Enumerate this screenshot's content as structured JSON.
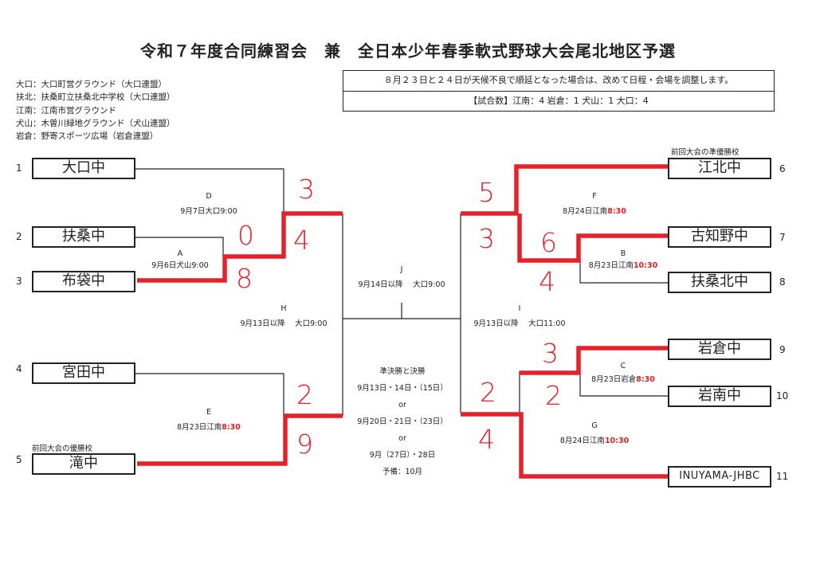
{
  "title": "令和７年度合同練習会　兼　全日本少年春季軟式野球大会尾北地区予選",
  "venues": [
    "大口：大口町営グラウンド（大口連盟）",
    "扶北：扶桑町立扶桑北中学校（大口連盟）",
    "江南：江南市営グラウンド",
    "犬山：木曽川緑地グラウンド（犬山連盟）",
    "岩倉：野寄スポーツ広場（岩倉連盟）"
  ],
  "notice": {
    "line1": "８月２３日と２４日が天候不良で順延となった場合は、改めて日程・会場を調整します。",
    "line2": "【試合数】江南：4 岩倉：1 犬山：1 大口：4"
  },
  "teams": {
    "t1": {
      "seed": "1",
      "name": "大口中"
    },
    "t2": {
      "seed": "2",
      "name": "扶桑中"
    },
    "t3": {
      "seed": "3",
      "name": "布袋中"
    },
    "t4": {
      "seed": "4",
      "name": "宮田中"
    },
    "t5": {
      "seed": "5",
      "name": "滝中"
    },
    "t6": {
      "seed": "6",
      "name": "江北中"
    },
    "t7": {
      "seed": "7",
      "name": "古知野中"
    },
    "t8": {
      "seed": "8",
      "name": "扶桑北中"
    },
    "t9": {
      "seed": "9",
      "name": "岩倉中"
    },
    "t10": {
      "seed": "10",
      "name": "岩南中"
    },
    "t11": {
      "seed": "11",
      "name": "INUYAMA-JHBC"
    }
  },
  "captions": {
    "prev_winner": "前回大会の優勝校",
    "prev_runner_up": "前回大会の準優勝校"
  },
  "games": {
    "D": {
      "id": "D",
      "sched": "9月7日大口9:00",
      "time": ""
    },
    "A": {
      "id": "A",
      "sched": "9月6日犬山9:00",
      "time": ""
    },
    "H": {
      "id": "H",
      "sched": "9月13日以降　 大口9:00",
      "time": ""
    },
    "E": {
      "id": "E",
      "sched": "8月23日江南",
      "time": "8:30"
    },
    "J": {
      "id": "J",
      "sched": "9月14日以降　 大口9:00",
      "time": ""
    },
    "F": {
      "id": "F",
      "sched": "8月24日江南",
      "time": "8:30"
    },
    "B": {
      "id": "B",
      "sched": "8月23日江南",
      "time": "10:30"
    },
    "I": {
      "id": "I",
      "sched": "9月13日以降　 大口11:00",
      "time": ""
    },
    "C": {
      "id": "C",
      "sched": "8月23日岩倉",
      "time": "8:30"
    },
    "G": {
      "id": "G",
      "sched": "8月24日江南",
      "time": "10:30"
    }
  },
  "final_schedule": [
    "準決勝と決勝",
    "9月13日・14日・（15日）",
    "or",
    "9月20日・21日・（23日）",
    "or",
    "9月（27日）・28日",
    "予備：10月"
  ],
  "scores": {
    "A_t2": "0",
    "A_t3": "8",
    "D_top": "3",
    "D_bottom": "4",
    "E_t4": "2",
    "E_t5": "9",
    "F_t6": "5",
    "F_bottom": "3",
    "B_t7": "6",
    "B_t8": "4",
    "C_t9": "3",
    "C_t10": "2",
    "G_top": "2",
    "G_t11": "4"
  },
  "colors": {
    "highlight": "#e8202a",
    "line": "#222222"
  }
}
